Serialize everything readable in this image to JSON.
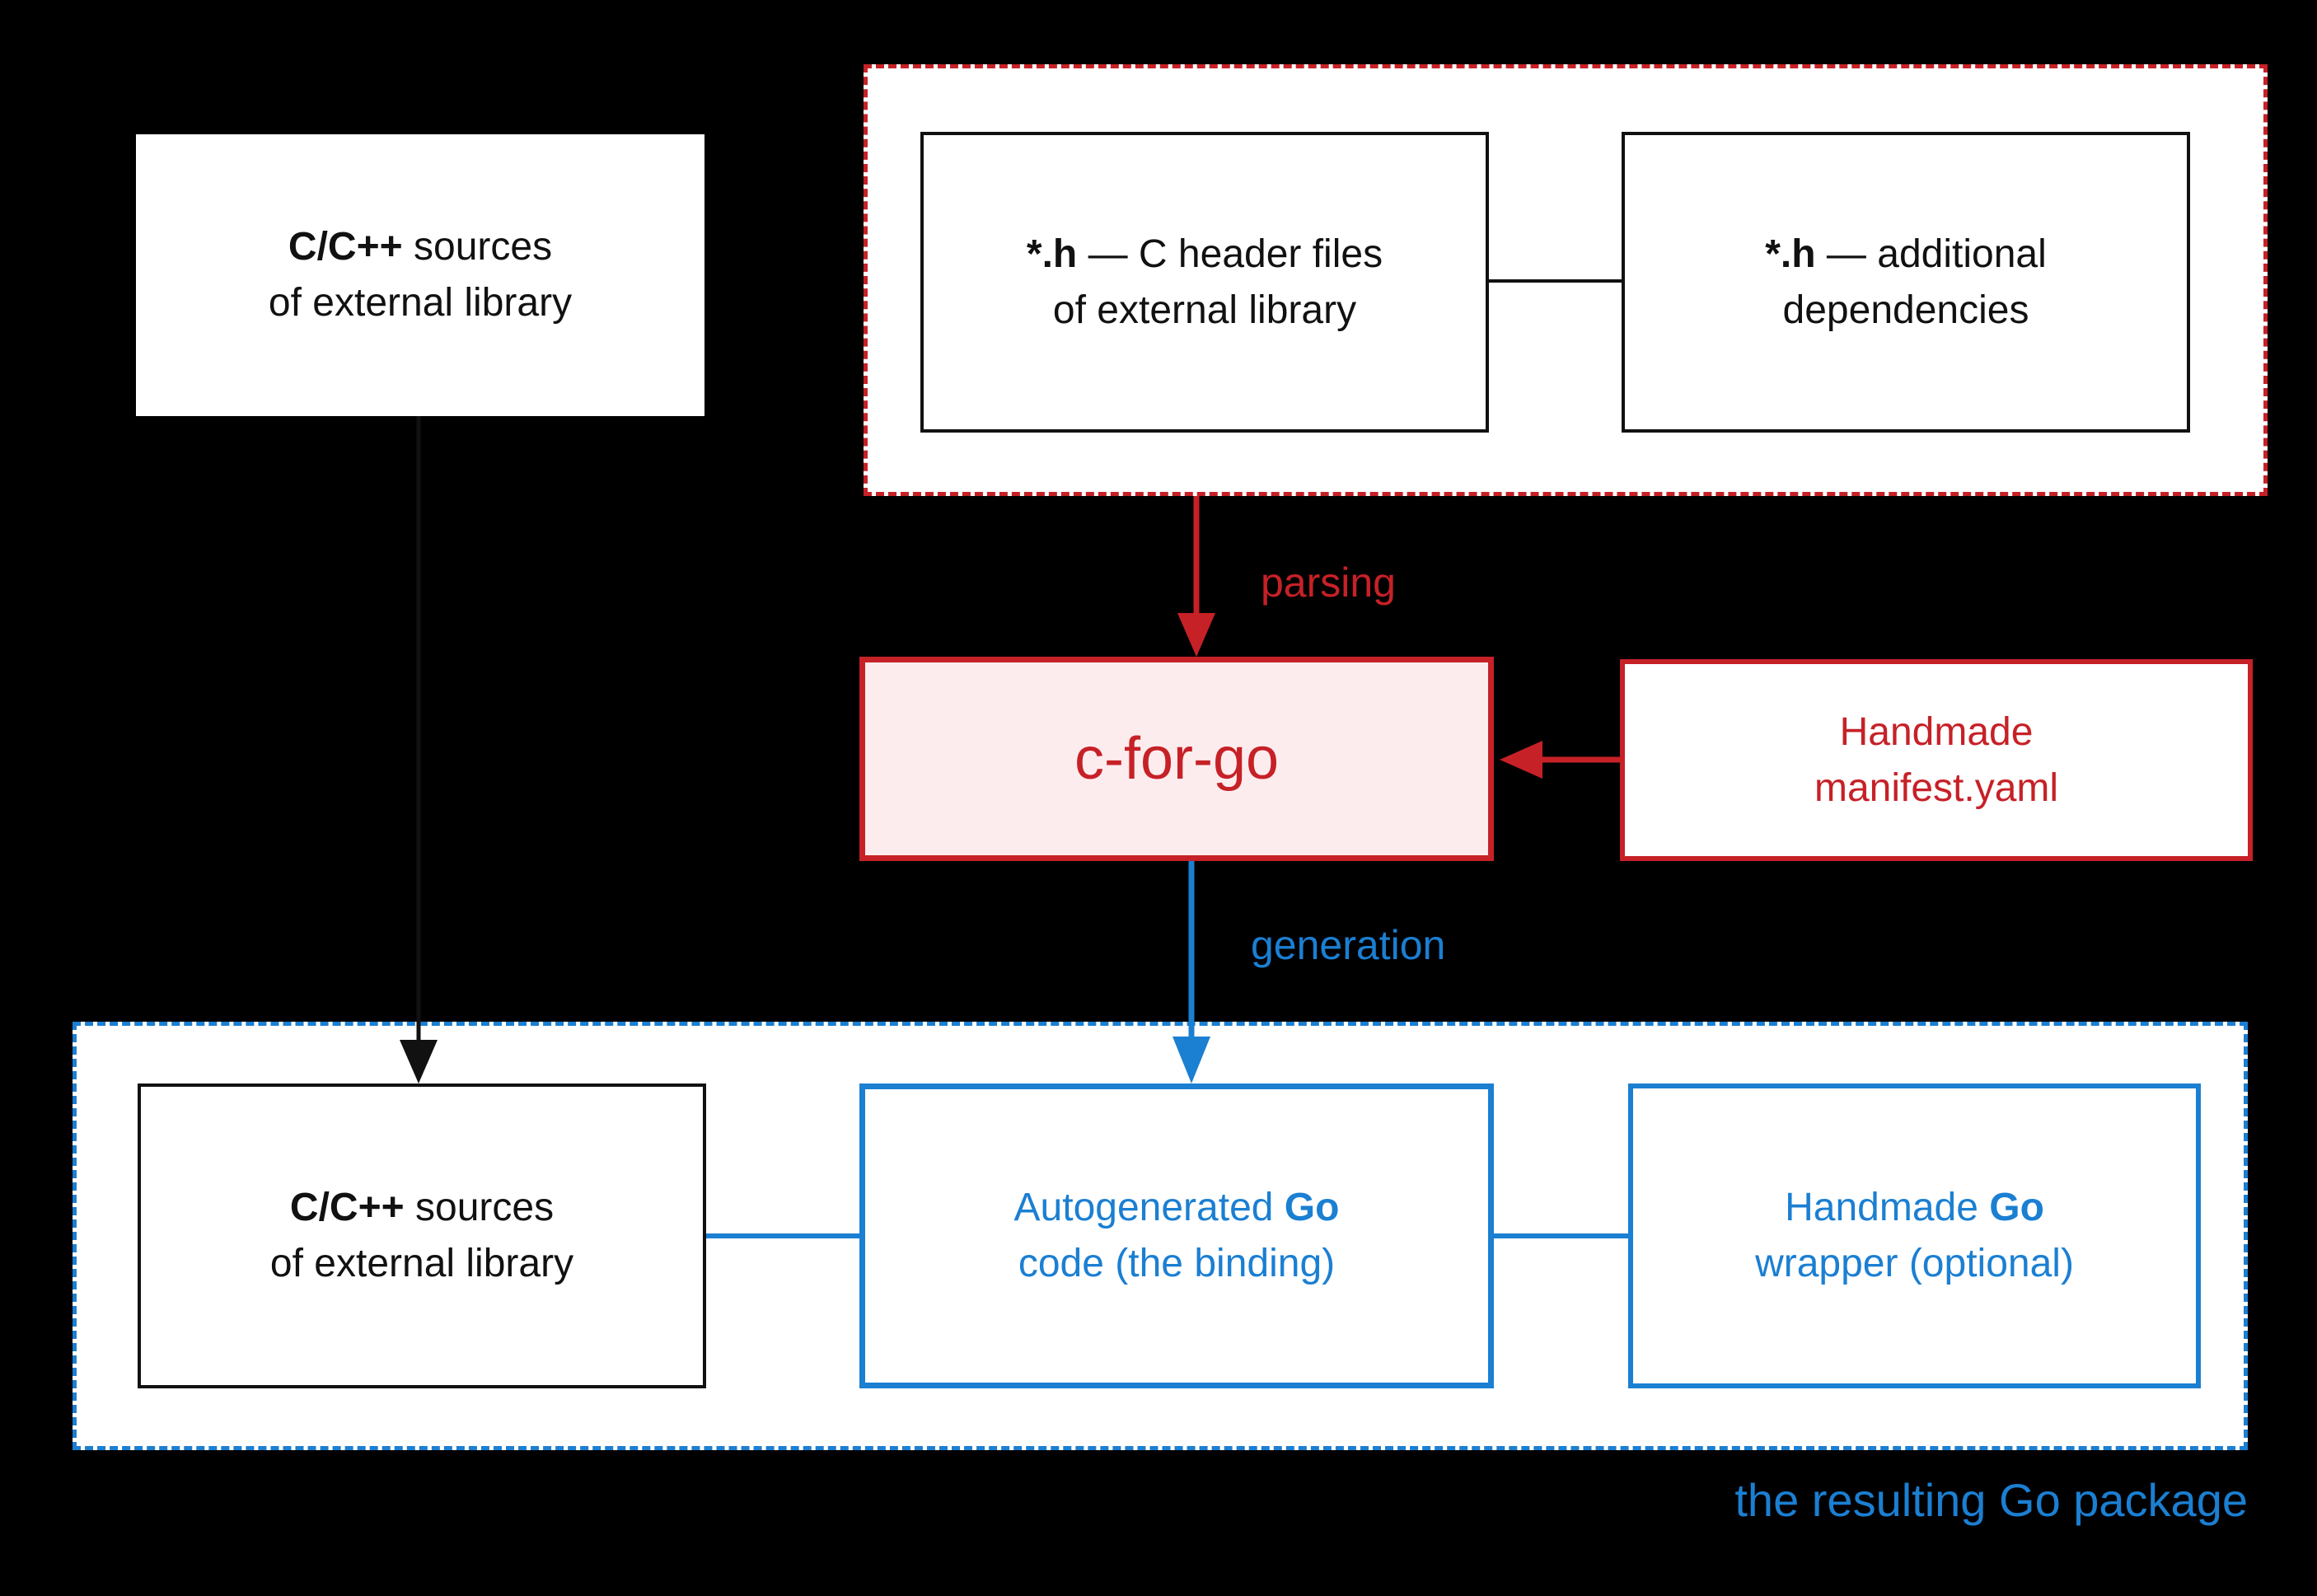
{
  "colors": {
    "red": "#c62127",
    "pink": "#fdecee",
    "blue": "#1b7fd2",
    "background": "#000000"
  },
  "nodes": {
    "c_sources_top": {
      "line1_bold": "C/C++",
      "line1_rest": " sources",
      "line2": "of external library"
    },
    "h_headers": {
      "line1_bold": "*.h",
      "line1_rest": " — C header files",
      "line2": "of external library"
    },
    "h_deps": {
      "line1_bold": "*.h",
      "line1_rest": " — additional",
      "line2": "dependencies"
    },
    "c_for_go": {
      "label": "c-for-go"
    },
    "manifest": {
      "line1": "Handmade",
      "line2": "manifest.yaml"
    },
    "c_sources_bottom": {
      "line1_bold": "C/C++",
      "line1_rest": " sources",
      "line2": "of external library"
    },
    "autogen_go": {
      "line1_pre": "Autogenerated ",
      "line1_bold": "Go",
      "line2": "code (the binding)"
    },
    "handmade_go": {
      "line1_pre": "Handmade ",
      "line1_bold": "Go",
      "line2": "wrapper (optional)"
    }
  },
  "edges": {
    "parsing_label": "parsing",
    "generation_label": "generation"
  },
  "caption": "the resulting Go package"
}
